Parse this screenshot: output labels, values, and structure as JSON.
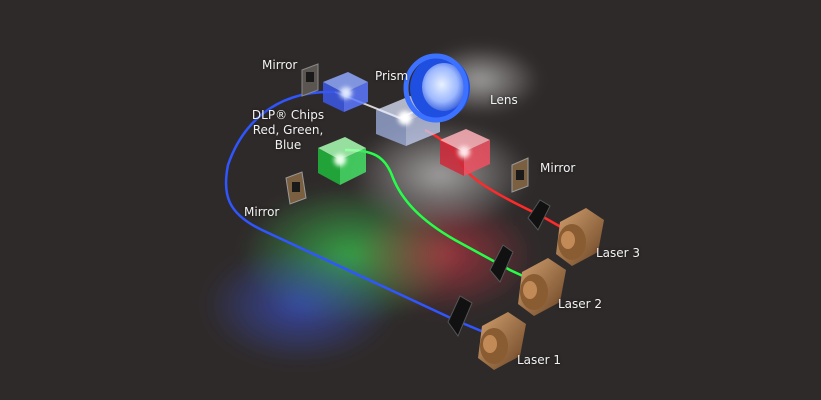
{
  "labels": {
    "mirror_top": "Mirror",
    "prism": "Prism",
    "lens": "Lens",
    "dlp_line1": "DLP® Chips",
    "dlp_line2": "Red, Green,",
    "dlp_line3": "Blue",
    "mirror_right": "Mirror",
    "mirror_left": "Mirror",
    "laser3": "Laser 3",
    "laser2": "Laser 2",
    "laser1": "Laser 1"
  },
  "colors": {
    "background": "#2f2a2a",
    "red_beam": "#ff2a2a",
    "green_beam": "#2aff4a",
    "blue_beam": "#2a55ff",
    "laser_body": "#a9794a",
    "lens_blue": "#1f5cff"
  }
}
